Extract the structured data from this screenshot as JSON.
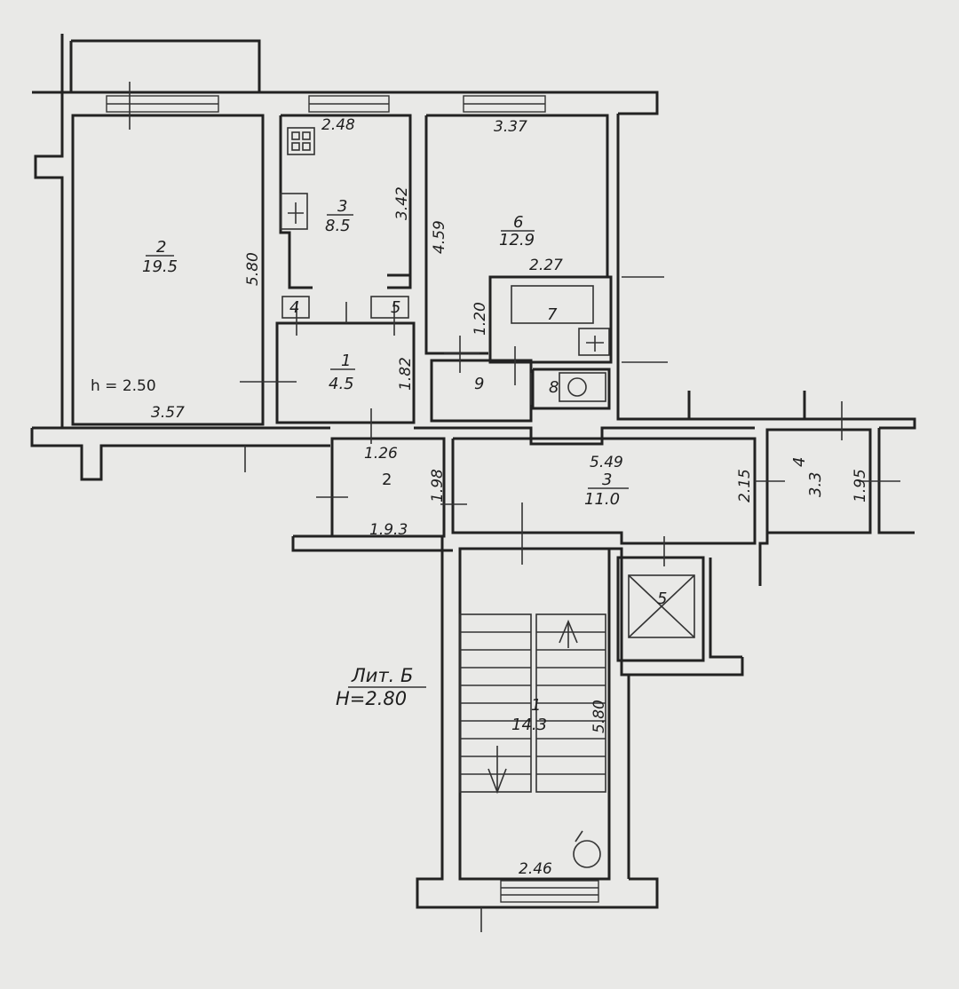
{
  "plan": {
    "left_room": {
      "number": "2",
      "area": "19.5",
      "height_note": "h = 2.50",
      "dim_length": "5.80",
      "dim_width": "3.57"
    },
    "kitchen": {
      "number": "3",
      "area": "8.5",
      "dim_top": "2.48",
      "dim_side": "3.42"
    },
    "room_6": {
      "number": "6",
      "area": "12.9",
      "dim_top": "3.37",
      "dim_side": "4.59",
      "dim_inner": "2.27"
    },
    "room_7": {
      "number": "7",
      "dim": "1.20"
    },
    "closet_4": {
      "number": "4"
    },
    "closet_5": {
      "number": "5"
    },
    "hall_1": {
      "number": "1",
      "area": "4.5",
      "dim": "1.82"
    },
    "room_9": {
      "number": "9"
    },
    "wc_8": {
      "number": "8"
    },
    "room_2_small": {
      "number": "2",
      "dim_top": "1.26",
      "dim_side": "1.98",
      "dim_bottom": "1.9.3"
    },
    "corridor_3": {
      "number": "3",
      "area": "11.0",
      "dim_top": "5.49",
      "dim_side": "2.15"
    },
    "room_4_right": {
      "number": "4",
      "area": "3.3",
      "dim": "1.95"
    },
    "elevator": {
      "number": "5"
    },
    "stair": {
      "number": "1",
      "area": "14.3",
      "dim_side": "5.80",
      "dim_bottom": "2.46"
    },
    "title_line1": "Лит. Б",
    "title_line2": "H=2.80"
  }
}
